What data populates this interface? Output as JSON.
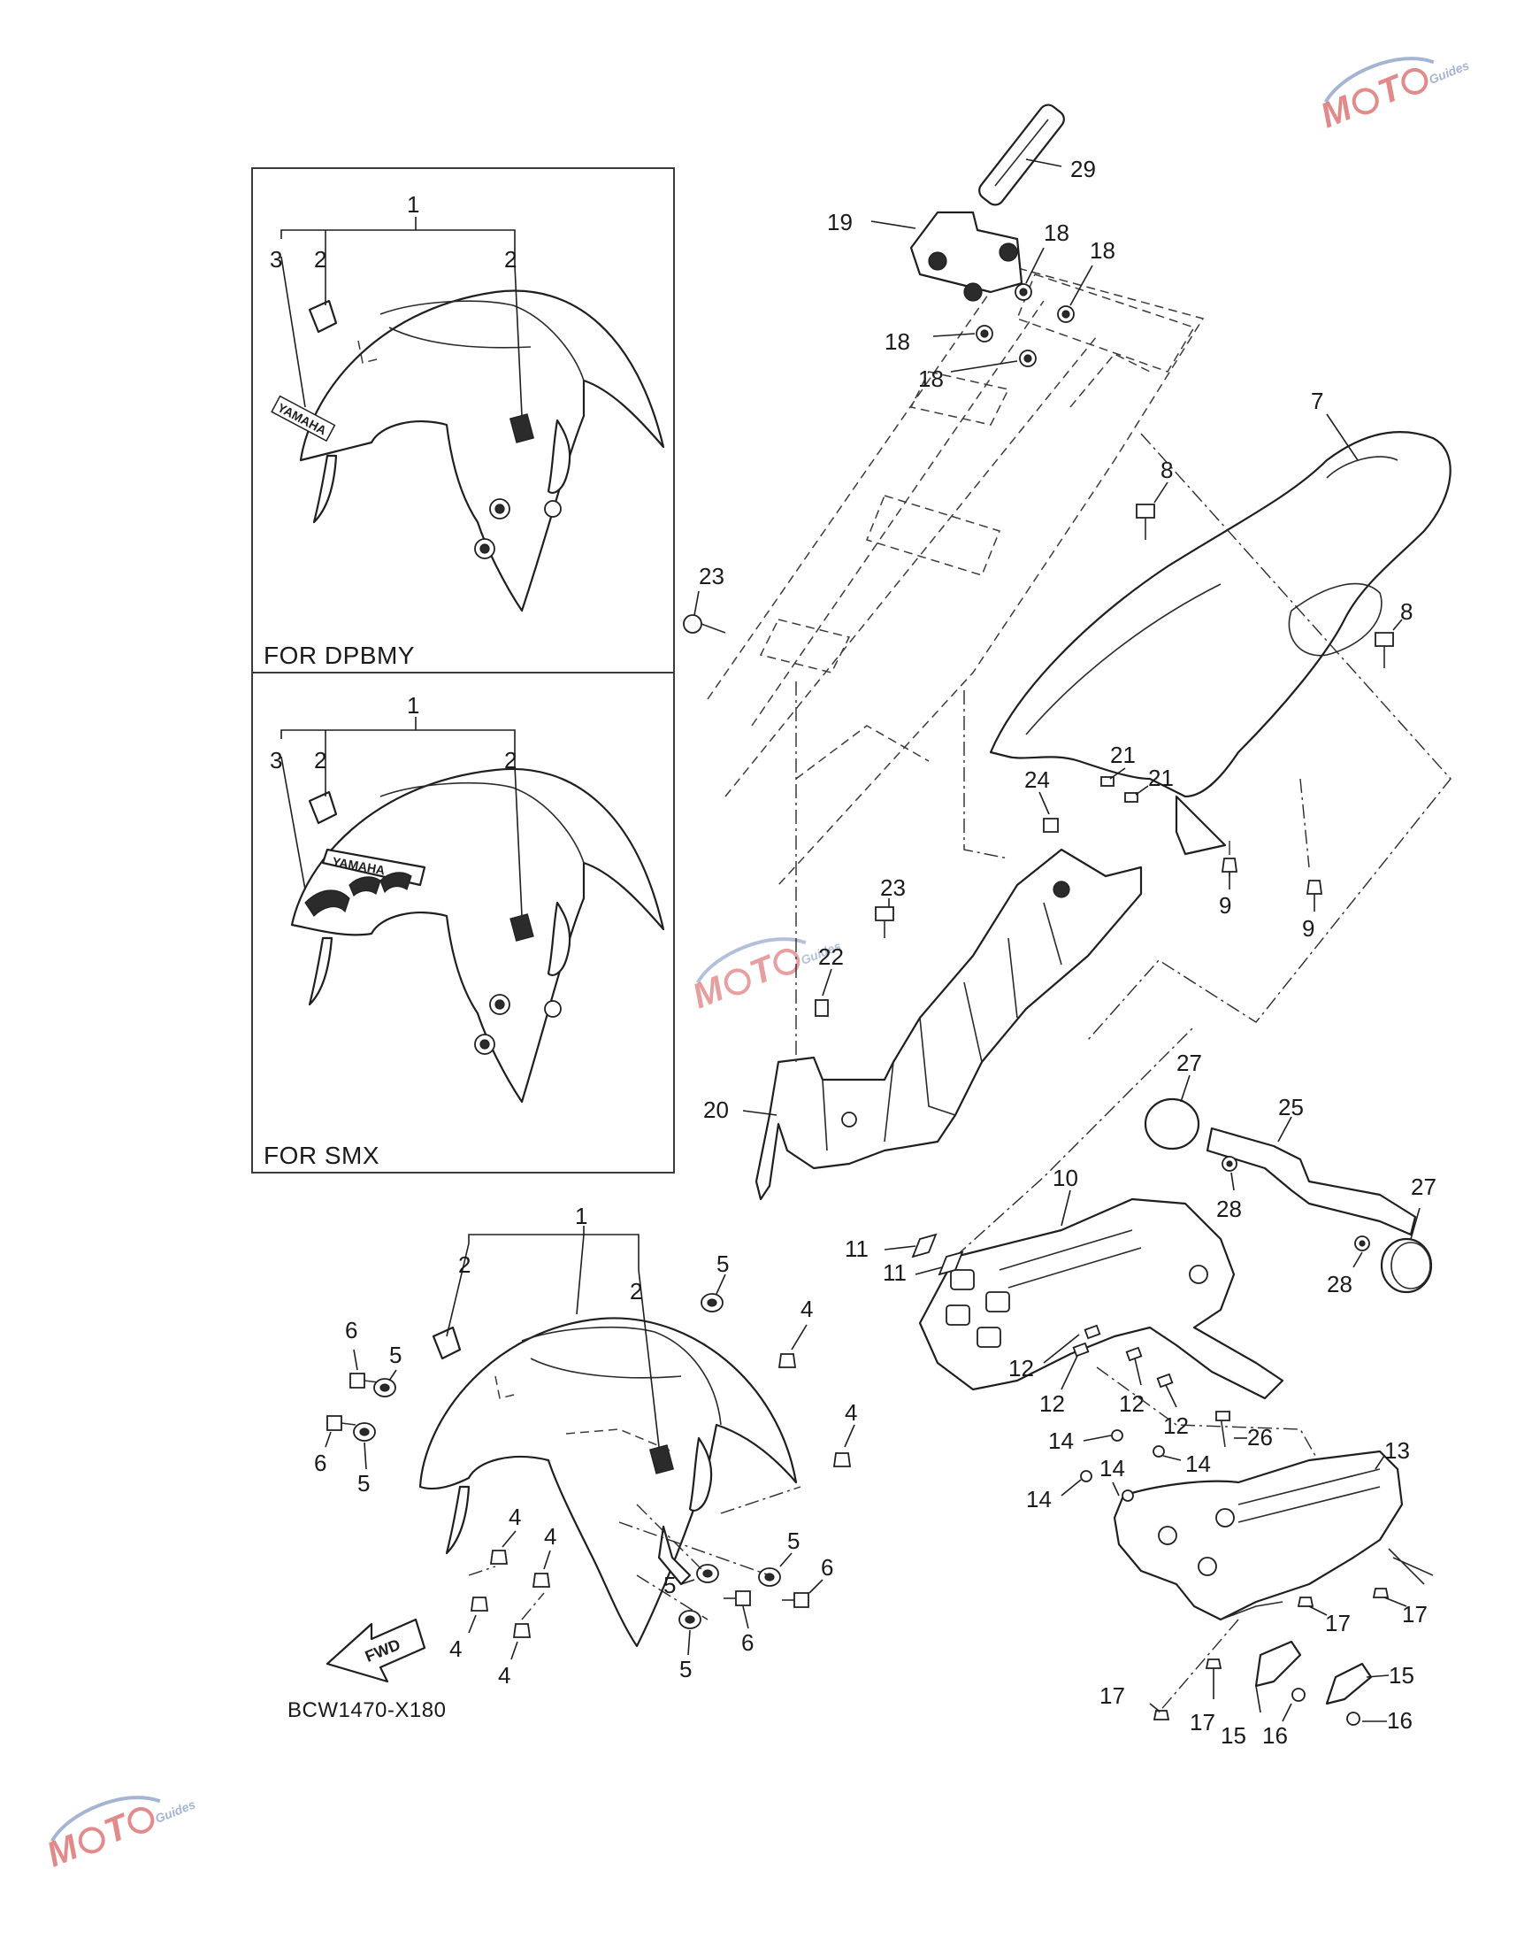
{
  "diagram": {
    "drawing_code": "BCW1470-X180",
    "insets": [
      {
        "label": "FOR DPBMY"
      },
      {
        "label": "FOR SMX"
      }
    ],
    "direction_arrow": "FWD",
    "watermark": {
      "text": "MOTO",
      "subtext": "Guides",
      "accent_color": "#cc2b2b",
      "swoosh_color": "#6a82b8"
    },
    "callouts": {
      "c1a": "1",
      "c2a": "2",
      "c2b": "2",
      "c3a": "3",
      "c1b": "1",
      "c2c": "2",
      "c2d": "2",
      "c3b": "3",
      "c29": "29",
      "c19": "19",
      "c18a": "18",
      "c18b": "18",
      "c18c": "18",
      "c18d": "18",
      "c7": "7",
      "c8a": "8",
      "c8b": "8",
      "c23a": "23",
      "c23b": "23",
      "c21a": "21",
      "c21b": "21",
      "c24": "24",
      "c9a": "9",
      "c9b": "9",
      "c22": "22",
      "c20": "20",
      "c27a": "27",
      "c27b": "27",
      "c25": "25",
      "c28a": "28",
      "c28b": "28",
      "c10": "10",
      "c11a": "11",
      "c11b": "11",
      "c12a": "12",
      "c12b": "12",
      "c12c": "12",
      "c12d": "12",
      "c26": "26",
      "c13": "13",
      "c14a": "14",
      "c14b": "14",
      "c14c": "14",
      "c14d": "14",
      "c17a": "17",
      "c17b": "17",
      "c17c": "17",
      "c17d": "17",
      "c15a": "15",
      "c15b": "15",
      "c16a": "16",
      "c16b": "16",
      "c1c": "1",
      "c2e": "2",
      "c2f": "2",
      "c5a": "5",
      "c5b": "5",
      "c5c": "5",
      "c5d": "5",
      "c5e": "5",
      "c5f": "5",
      "c4a": "4",
      "c4b": "4",
      "c4c": "4",
      "c4d": "4",
      "c4e": "4",
      "c4f": "4",
      "c6a": "6",
      "c6b": "6",
      "c6c": "6",
      "c6d": "6"
    },
    "decal_text": {
      "brand": "YAMAHA"
    }
  }
}
